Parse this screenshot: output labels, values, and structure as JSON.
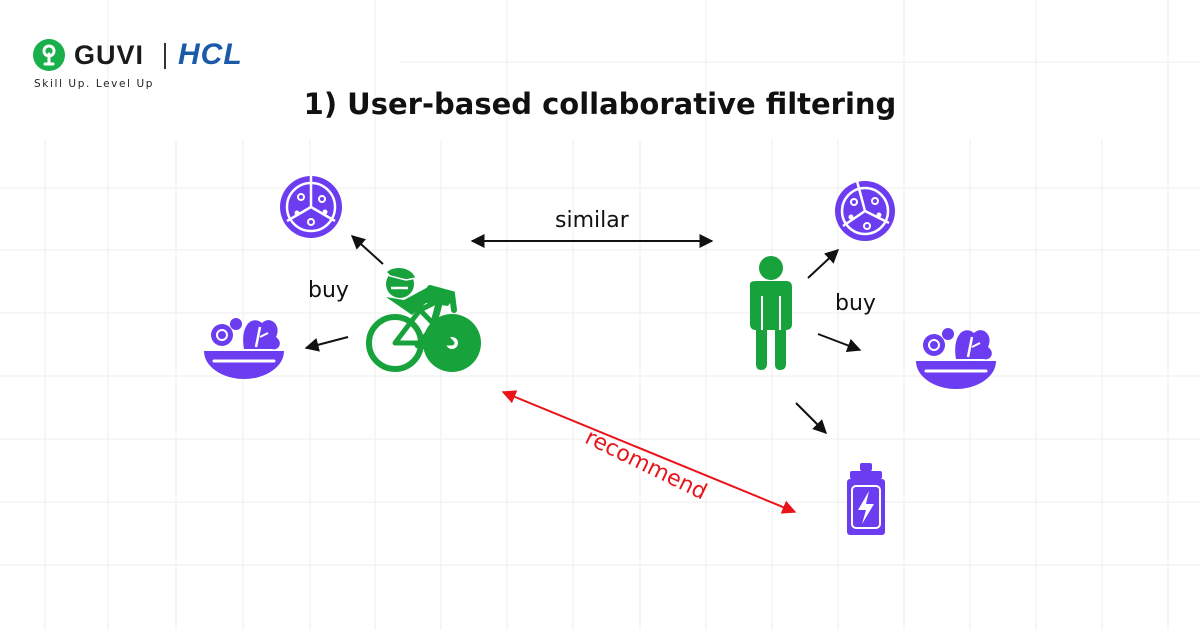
{
  "brand": {
    "name": "GUVI",
    "partner": "HCL",
    "tagline": "Skill Up. Level Up"
  },
  "title": "1) User-based collaborative filtering",
  "labels": {
    "similar": "similar",
    "buy_left": "buy",
    "buy_right": "buy",
    "recommend": "recommend"
  },
  "colors": {
    "purple": "#6b3cf0",
    "green": "#17a23c",
    "recommend_red": "#e8141a",
    "grid": "#eeeeee",
    "hcl_blue": "#1a5aa8"
  },
  "icons": {
    "left_user": "cyclist-icon",
    "right_user": "person-icon",
    "items_bought_left": [
      "pizza-icon",
      "salad-bowl-icon"
    ],
    "items_bought_right": [
      "pizza-icon",
      "salad-bowl-icon",
      "energy-drink-icon"
    ],
    "recommended_item": "energy-drink-icon"
  }
}
